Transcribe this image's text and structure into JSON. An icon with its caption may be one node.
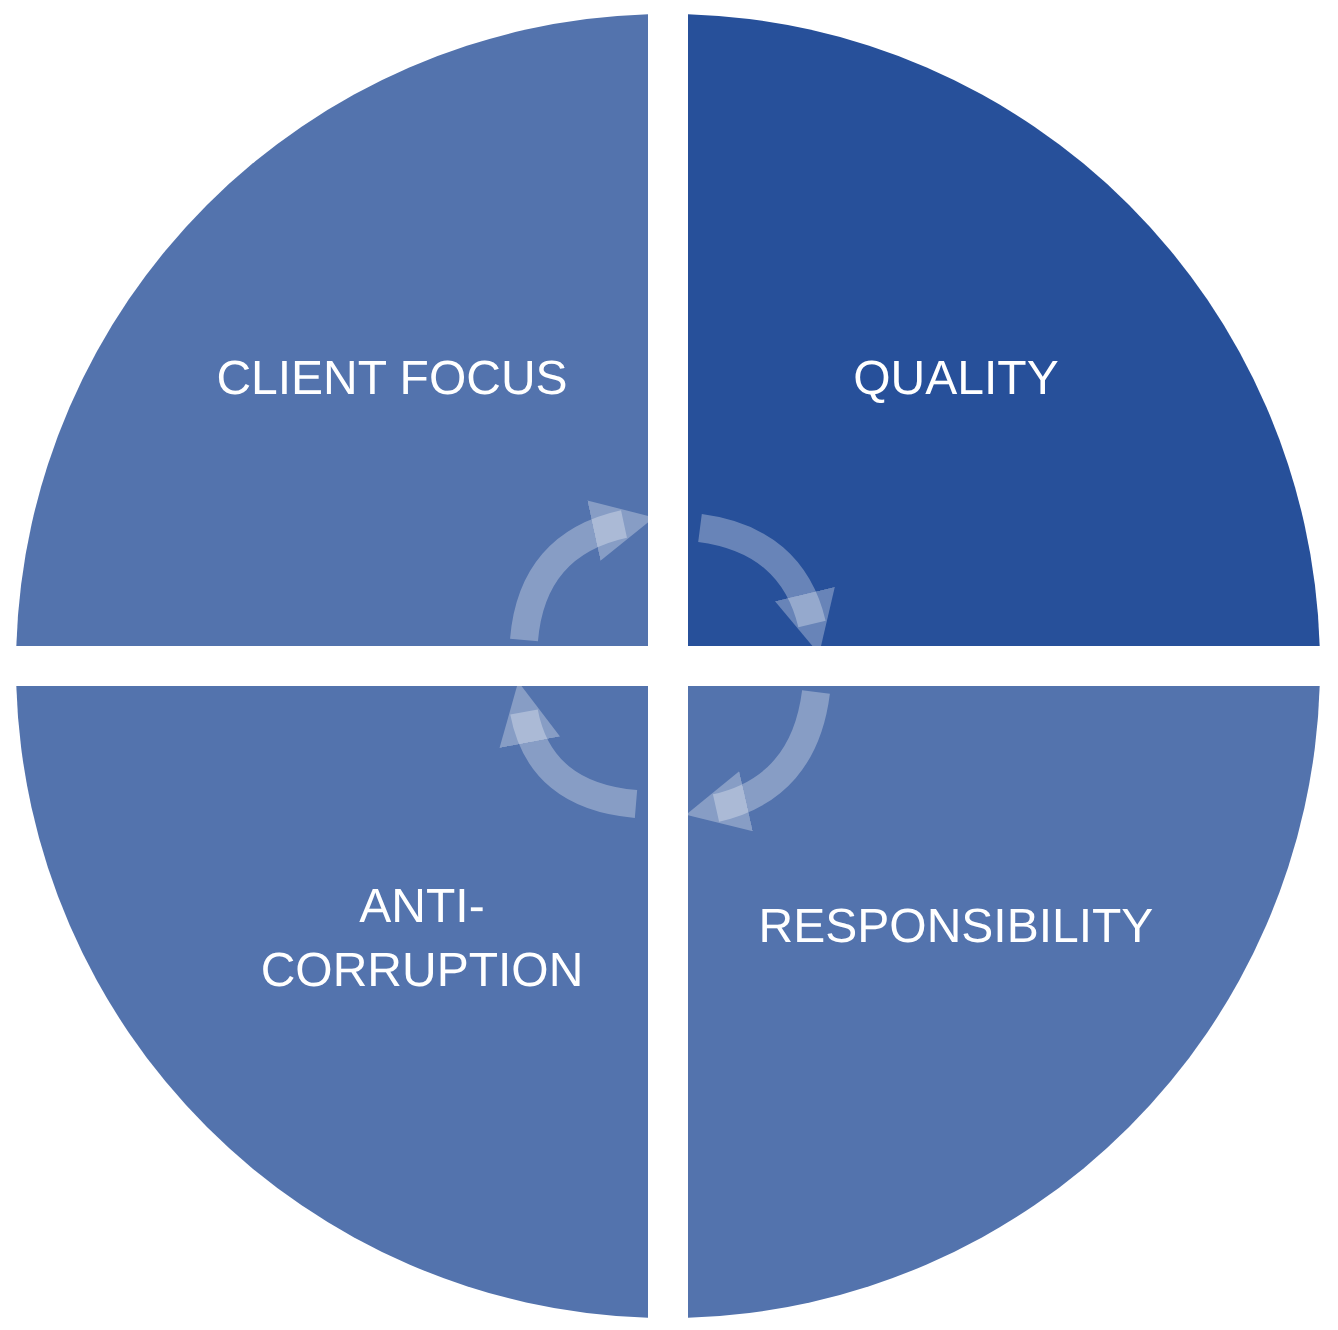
{
  "diagram": {
    "nodes": [
      {
        "text": [
          "CLIENT FOCUS"
        ]
      },
      {
        "text": [
          "QUALITY"
        ]
      },
      {
        "text": [
          "ANTI- CORRUPTION"
        ]
      },
      {
        "text": [
          "RESPONSIBILITY"
        ]
      }
    ],
    "edges": [
      {
        "from": 0,
        "to": 1,
        "arrow": "to"
      },
      {
        "from": 1,
        "to": 3,
        "arrow": "to"
      },
      {
        "from": 3,
        "to": 2,
        "arrow": "to"
      },
      {
        "from": 2,
        "to": 0,
        "arrow": "to"
      }
    ]
  }
}
